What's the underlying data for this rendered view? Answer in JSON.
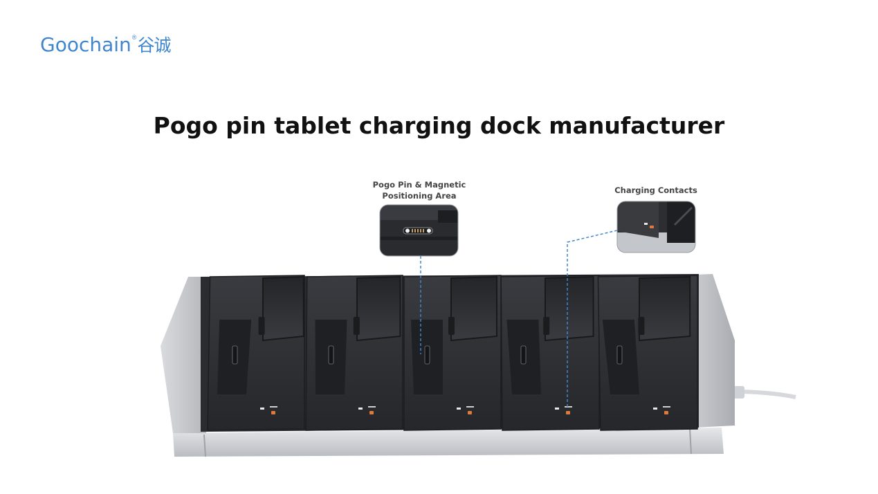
{
  "brand": {
    "name_en": "Goochain",
    "registered": "®",
    "name_cn": "谷诚",
    "color": "#3f86cf"
  },
  "headline": "Pogo pin tablet charging dock manufacturer",
  "callouts": {
    "pogo": "Pogo Pin & Magnetic\nPositioning Area",
    "contacts": "Charging Contacts"
  },
  "product": {
    "slot_count": 5,
    "dock_color": "#2e2f33",
    "frame_color": "#c9ccd0",
    "indicator_color": "#e07a3a"
  }
}
